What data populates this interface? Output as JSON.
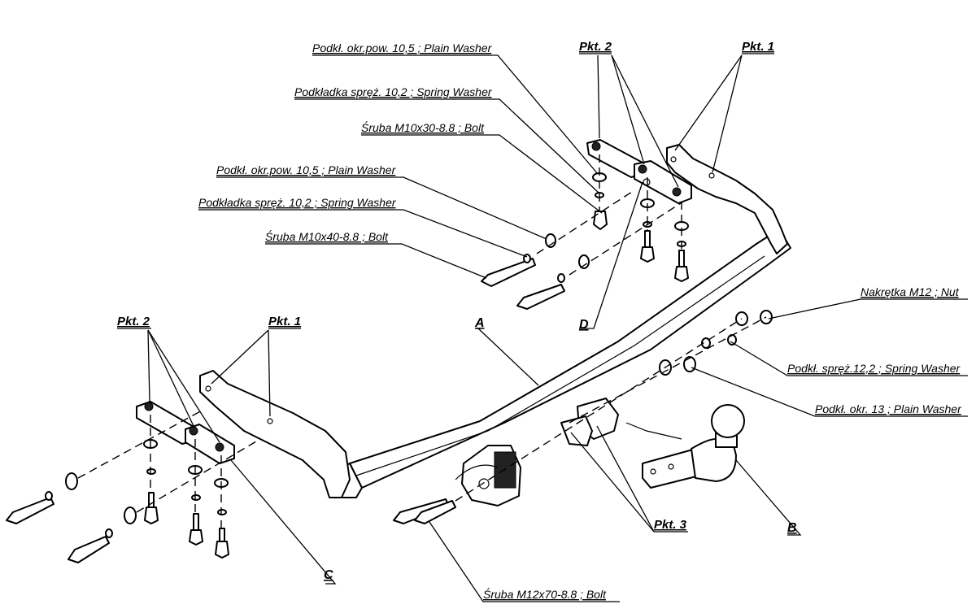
{
  "labels": {
    "washer_plain_1": "Podkł. okr.pow. 10,5 ; Plain Washer",
    "washer_spring_1": "Podkładka spręż. 10,2 ; Spring Washer",
    "bolt_m10x30": "Śruba M10x30-8.8   ;  Bolt",
    "washer_plain_2": "Podkł. okr.pow. 10,5 ; Plain Washer",
    "washer_spring_2": "Podkładka spręż. 10,2 ; Spring Washer",
    "bolt_m10x40": "Śruba M10x40-8.8   ;  Bolt",
    "nut_m12": "Nakrętka  M12 ; Nut",
    "washer_spring_12": "Podkł. spręż.12,2 ; Spring Washer",
    "washer_plain_13": "Podkł. okr. 13 ; Plain Washer",
    "bolt_m12x70": "Śruba M12x70-8.8   ;  Bolt",
    "pkt2_right": "Pkt. 2",
    "pkt1_right": "Pkt. 1",
    "pkt2_left": "Pkt. 2",
    "pkt1_left": "Pkt. 1",
    "pkt3": "Pkt. 3",
    "letter_a": "A",
    "letter_b": "B",
    "letter_c": "C",
    "letter_d": "D"
  }
}
